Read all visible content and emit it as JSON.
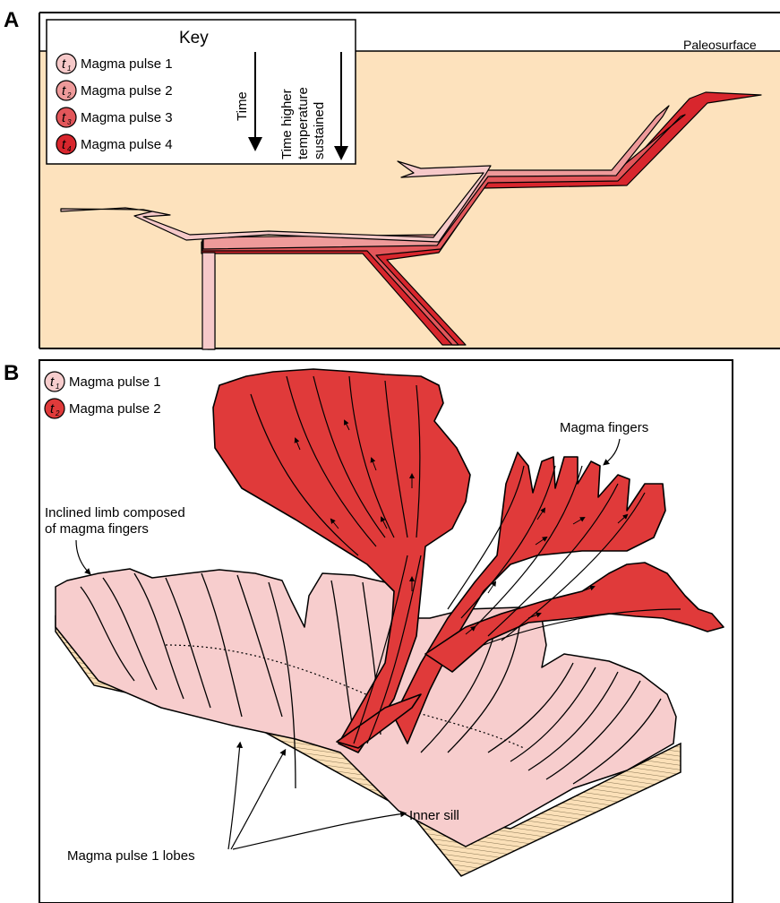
{
  "panel_a": {
    "letter": "A",
    "key_title": "Key",
    "legend": [
      {
        "badge": "t",
        "sub": "1",
        "label": "Magma pulse 1",
        "color": "#f6c9c9"
      },
      {
        "badge": "t",
        "sub": "2",
        "label": "Magma pulse 2",
        "color": "#ee9a9a"
      },
      {
        "badge": "t",
        "sub": "3",
        "label": "Magma pulse 3",
        "color": "#e2565a"
      },
      {
        "badge": "t",
        "sub": "4",
        "label": "Magma pulse 4",
        "color": "#d8262d"
      }
    ],
    "time_label": "Time",
    "time_higher_lines": [
      "Time higher",
      "temperature",
      "sustained"
    ],
    "paleosurface_label": "Paleosurface"
  },
  "panel_b": {
    "letter": "B",
    "legend": [
      {
        "badge": "t",
        "sub": "1",
        "label": "Magma pulse 1",
        "color": "#f7cdcd"
      },
      {
        "badge": "t",
        "sub": "2",
        "label": "Magma pulse 2",
        "color": "#e03a3a"
      }
    ],
    "inclined_limb_lines": [
      "Inclined limb composed",
      "of magma fingers"
    ],
    "magma_fingers_label": "Magma fingers",
    "inner_sill_label": "Inner sill",
    "lobes_label": "Magma pulse 1 lobes"
  },
  "colors": {
    "background_rock": "#fde2bd",
    "pulse1": "#f7cdcd",
    "pulse2": "#e03a3a",
    "strata": "#fbe0b8"
  }
}
